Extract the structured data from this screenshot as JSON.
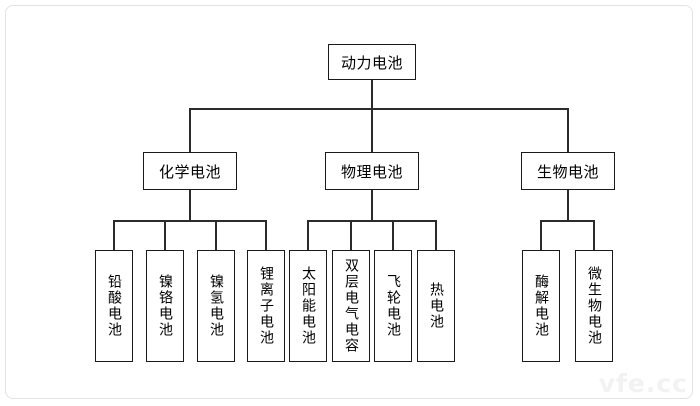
{
  "diagram": {
    "title": "动力电池",
    "watermark": "vfe.cc",
    "colors": {
      "box_border": "#1a1a1a",
      "line": "#2b2b2b",
      "frame": "#e3e3e3",
      "background": "#ffffff",
      "watermark": "#f2f2f2"
    },
    "root": {
      "label": "动力电池"
    },
    "branches": [
      {
        "label": "化学电池",
        "leaves": [
          {
            "label": "铅酸电池"
          },
          {
            "label": "镍铬电池"
          },
          {
            "label": "镍氢电池"
          },
          {
            "label": "锂离子电池"
          }
        ]
      },
      {
        "label": "物理电池",
        "leaves": [
          {
            "label": "太阳能电池"
          },
          {
            "label": "双层电气电容"
          },
          {
            "label": "飞轮电池"
          },
          {
            "label": "热电池"
          }
        ]
      },
      {
        "label": "生物电池",
        "leaves": [
          {
            "label": "酶解电池"
          },
          {
            "label": "微生物电池"
          }
        ]
      }
    ]
  }
}
